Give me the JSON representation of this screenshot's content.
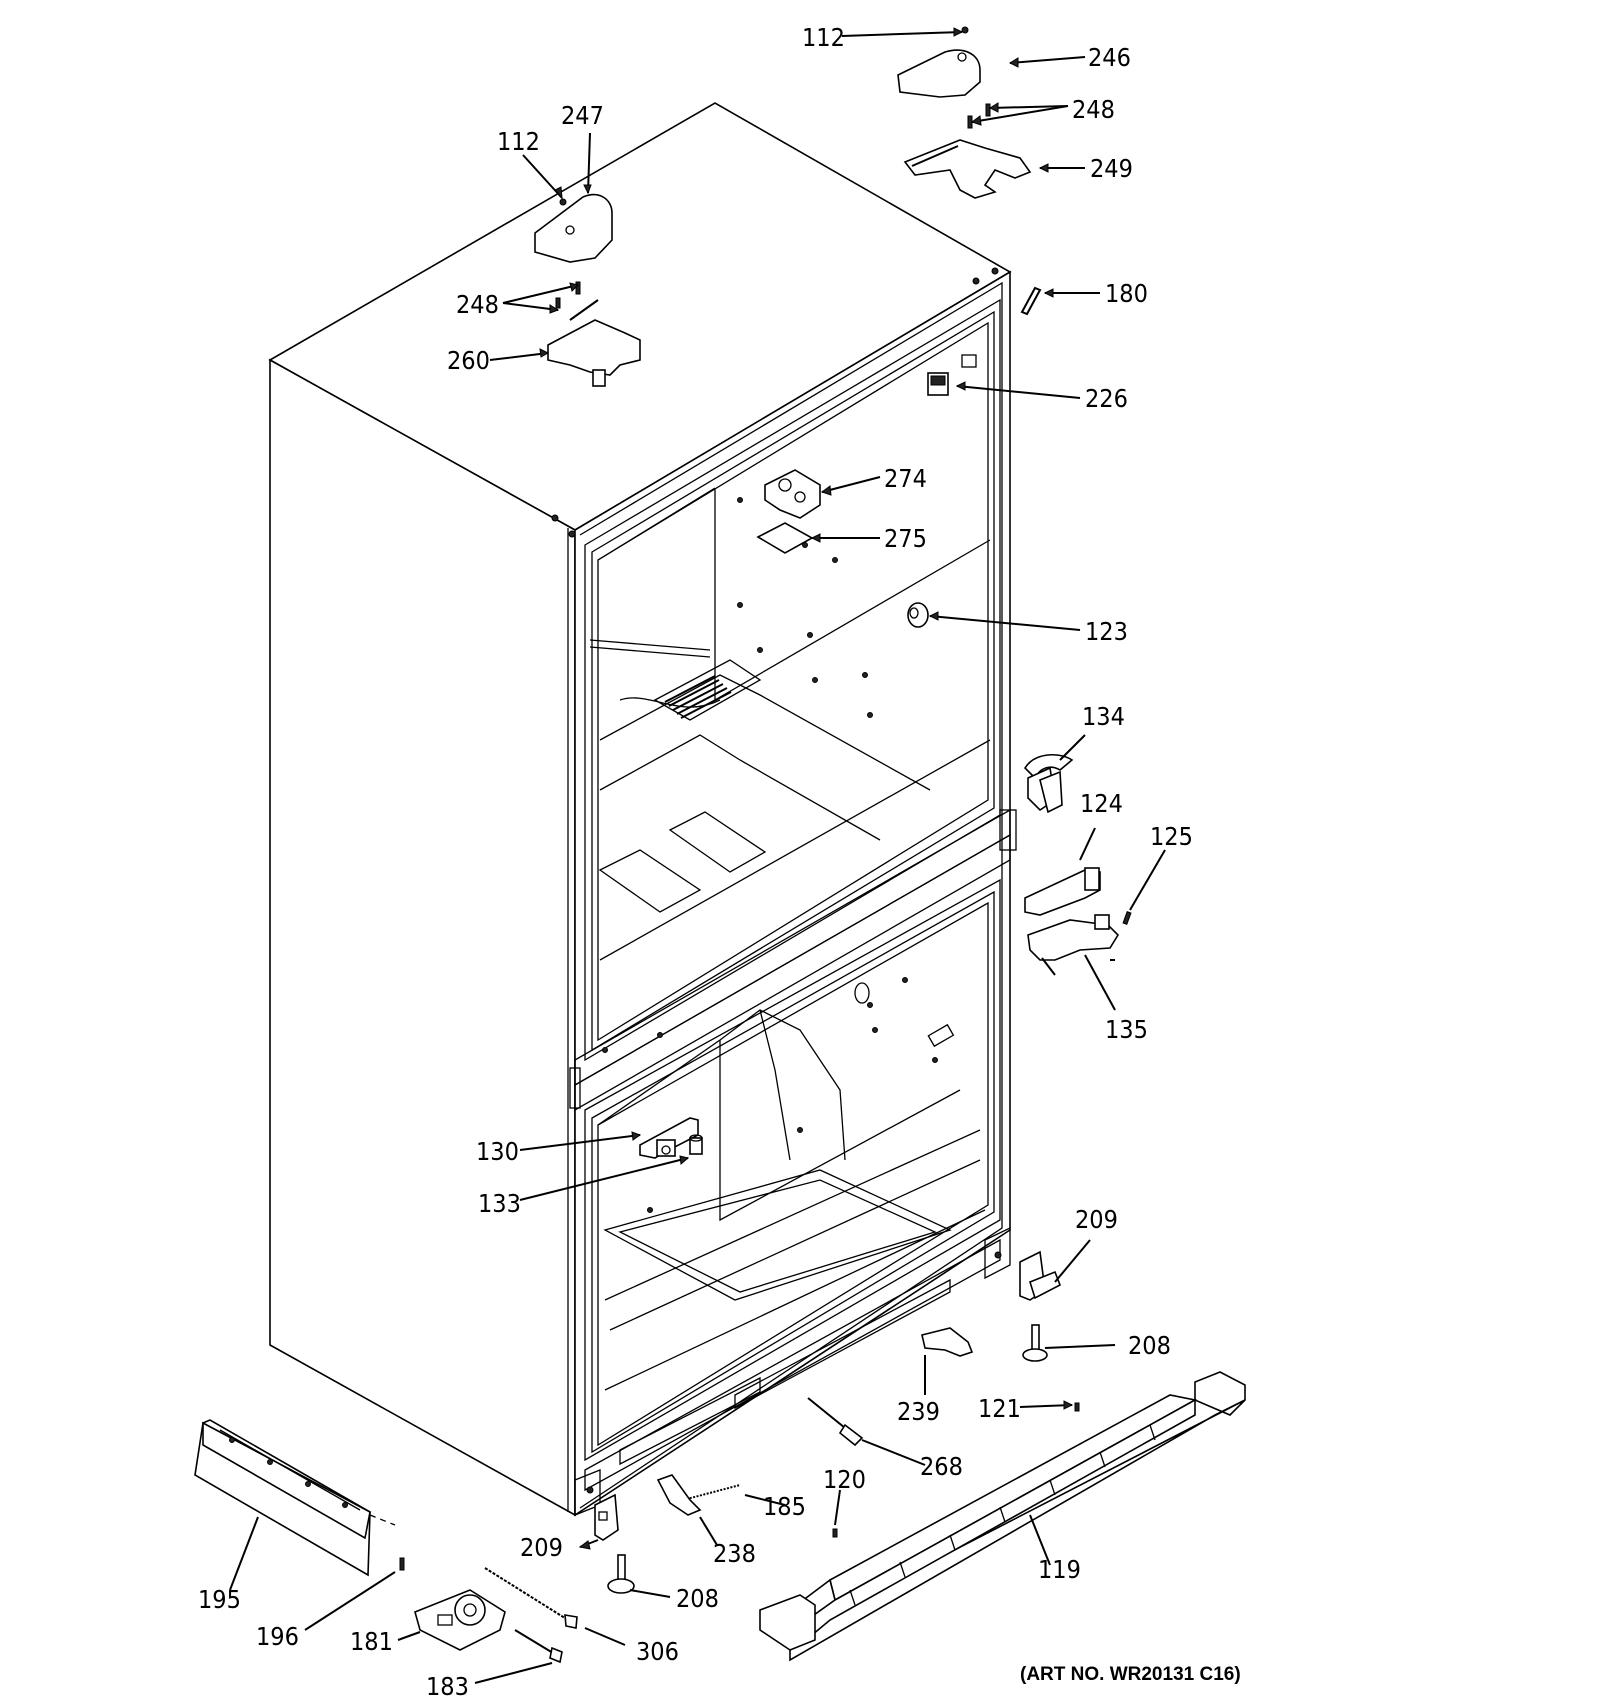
{
  "diagram": {
    "art_number": "(ART NO. WR20131 C16)",
    "callouts": [
      {
        "id": "c112a",
        "label": "112"
      },
      {
        "id": "c246",
        "label": "246"
      },
      {
        "id": "c248a",
        "label": "248"
      },
      {
        "id": "c249",
        "label": "249"
      },
      {
        "id": "c112b",
        "label": "112"
      },
      {
        "id": "c247",
        "label": "247"
      },
      {
        "id": "c248b",
        "label": "248"
      },
      {
        "id": "c260",
        "label": "260"
      },
      {
        "id": "c180",
        "label": "180"
      },
      {
        "id": "c226",
        "label": "226"
      },
      {
        "id": "c274",
        "label": "274"
      },
      {
        "id": "c275",
        "label": "275"
      },
      {
        "id": "c123",
        "label": "123"
      },
      {
        "id": "c134",
        "label": "134"
      },
      {
        "id": "c124",
        "label": "124"
      },
      {
        "id": "c125",
        "label": "125"
      },
      {
        "id": "c135",
        "label": "135"
      },
      {
        "id": "c130",
        "label": "130"
      },
      {
        "id": "c133",
        "label": "133"
      },
      {
        "id": "c209a",
        "label": "209"
      },
      {
        "id": "c208a",
        "label": "208"
      },
      {
        "id": "c239",
        "label": "239"
      },
      {
        "id": "c121",
        "label": "121"
      },
      {
        "id": "c268",
        "label": "268"
      },
      {
        "id": "c120",
        "label": "120"
      },
      {
        "id": "c185",
        "label": "185"
      },
      {
        "id": "c238",
        "label": "238"
      },
      {
        "id": "c119",
        "label": "119"
      },
      {
        "id": "c209b",
        "label": "209"
      },
      {
        "id": "c208b",
        "label": "208"
      },
      {
        "id": "c195",
        "label": "195"
      },
      {
        "id": "c196",
        "label": "196"
      },
      {
        "id": "c181",
        "label": "181"
      },
      {
        "id": "c306",
        "label": "306"
      },
      {
        "id": "c183",
        "label": "183"
      }
    ]
  }
}
